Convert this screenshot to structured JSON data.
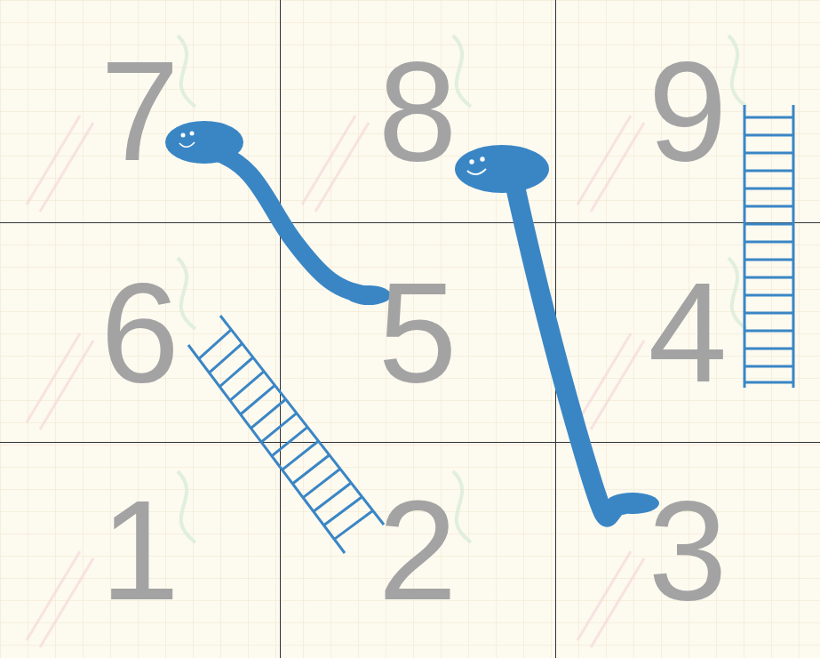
{
  "diagram": {
    "nodes": [
      {
        "text": [
          "7"
        ]
      },
      {
        "text": [
          "8"
        ]
      },
      {
        "text": [
          "9"
        ]
      },
      {
        "text": [
          "6"
        ]
      },
      {
        "text": [
          "5"
        ]
      },
      {
        "text": [
          "4"
        ]
      },
      {
        "text": [
          "1"
        ]
      },
      {
        "text": [
          "2"
        ]
      },
      {
        "text": [
          "3"
        ]
      }
    ]
  }
}
